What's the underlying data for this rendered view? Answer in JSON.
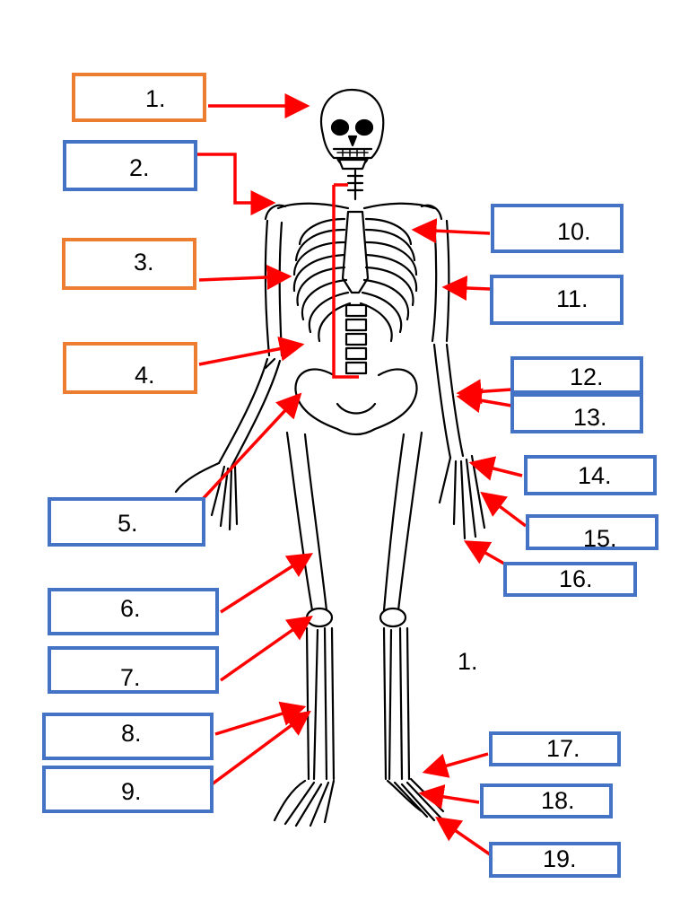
{
  "colors": {
    "arrow": "#ff0000",
    "box_blue": "#4472c4",
    "box_orange": "#ed7d31",
    "bone": "#000000"
  },
  "labels": [
    {
      "id": "1",
      "text": "1.",
      "color": "orange"
    },
    {
      "id": "2",
      "text": "2.",
      "color": "blue"
    },
    {
      "id": "3",
      "text": "3.",
      "color": "orange"
    },
    {
      "id": "4",
      "text": "4.",
      "color": "orange"
    },
    {
      "id": "5",
      "text": "5.",
      "color": "blue"
    },
    {
      "id": "6",
      "text": "6.",
      "color": "blue"
    },
    {
      "id": "7",
      "text": "7.",
      "color": "blue"
    },
    {
      "id": "8",
      "text": "8.",
      "color": "blue"
    },
    {
      "id": "9",
      "text": "9.",
      "color": "blue"
    },
    {
      "id": "10",
      "text": "10.",
      "color": "blue"
    },
    {
      "id": "11",
      "text": "11.",
      "color": "blue"
    },
    {
      "id": "12",
      "text": "12.",
      "color": "blue"
    },
    {
      "id": "13",
      "text": "13.",
      "color": "blue"
    },
    {
      "id": "14",
      "text": "14.",
      "color": "blue"
    },
    {
      "id": "15",
      "text": "15.",
      "color": "blue"
    },
    {
      "id": "16",
      "text": "16.",
      "color": "blue"
    },
    {
      "id": "17",
      "text": "17.",
      "color": "blue"
    },
    {
      "id": "18",
      "text": "18.",
      "color": "blue"
    },
    {
      "id": "19",
      "text": "19.",
      "color": "blue"
    }
  ],
  "free_label": "1."
}
